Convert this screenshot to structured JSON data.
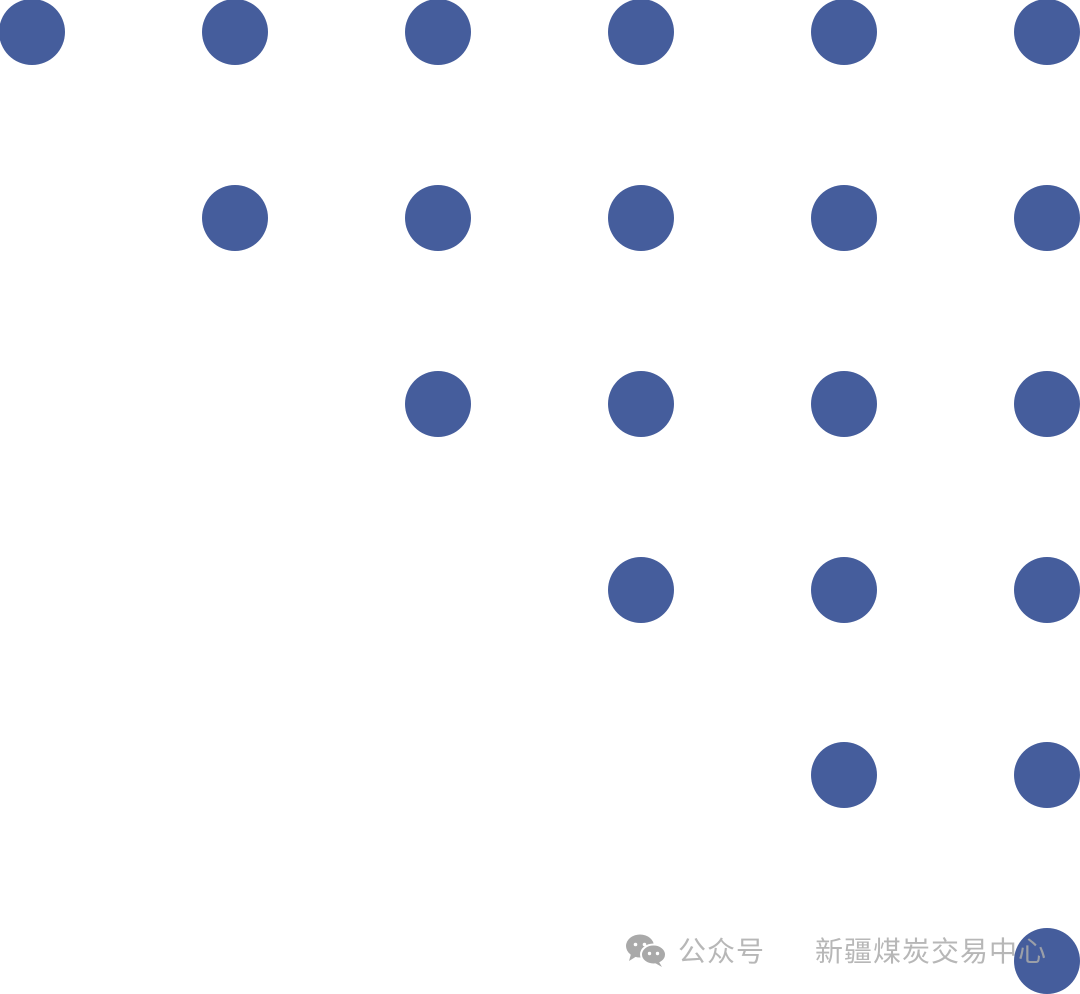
{
  "decoration": {
    "dot_color": "#455D9C",
    "rows": [
      6,
      5,
      4,
      3,
      2,
      1
    ],
    "shape": "staircase-dot-grid"
  },
  "watermark": {
    "icon": "wechat-icon",
    "label": "公众号",
    "account": "新疆煤炭交易中心",
    "color": "#AAAAAA"
  }
}
